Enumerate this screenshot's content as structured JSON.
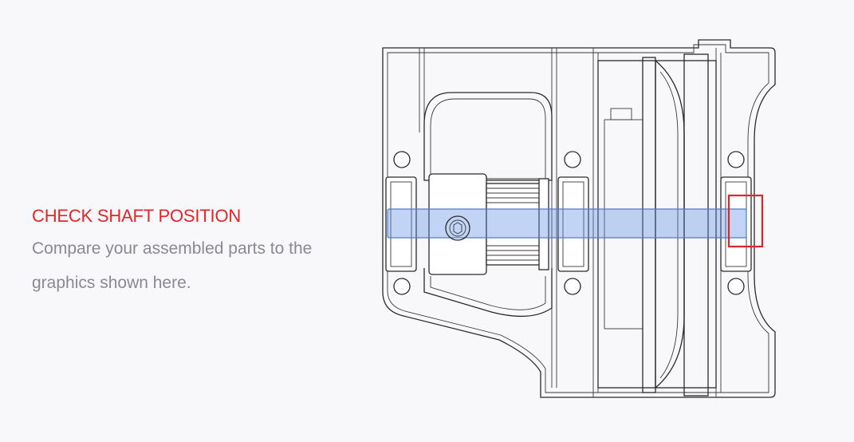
{
  "instruction": {
    "heading": "CHECK SHAFT POSITION",
    "body": "Compare your assembled parts to the graphics shown here."
  },
  "colors": {
    "heading": "#e0262b",
    "body_text": "#8a8a8e",
    "background": "#f8f8fa",
    "shaft_highlight": "#5b8ee6",
    "callout_box": "#e0262b"
  },
  "diagram": {
    "subject": "shaft assembly technical drawing",
    "highlight": "shaft",
    "callout": "shaft-end-alignment"
  }
}
